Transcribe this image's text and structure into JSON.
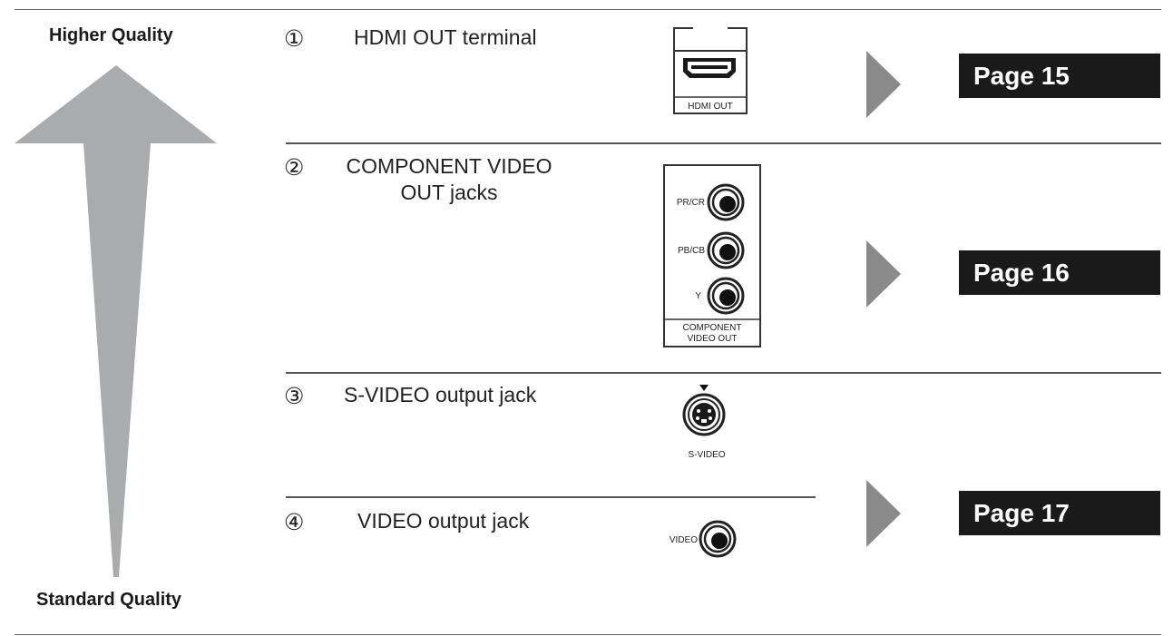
{
  "quality": {
    "higher": "Higher Quality",
    "standard": "Standard Quality"
  },
  "rows": [
    {
      "number": "①",
      "label": "HDMI OUT terminal"
    },
    {
      "number": "②",
      "label_line1": "COMPONENT VIDEO",
      "label_line2": "OUT jacks"
    },
    {
      "number": "③",
      "label": "S-VIDEO output jack"
    },
    {
      "number": "④",
      "label": "VIDEO output jack"
    }
  ],
  "pages": [
    "Page 15",
    "Page 16",
    "Page 17"
  ],
  "jacks": {
    "hdmi": "HDMI OUT",
    "pr": "PR/CR",
    "pb": "PB/CB",
    "y": "Y",
    "component_line1": "COMPONENT",
    "component_line2": "VIDEO OUT",
    "svideo": "S-VIDEO",
    "video": "VIDEO"
  },
  "colors": {
    "arrow": "#a9abad",
    "pointer": "#8a8a8a",
    "page_box": "#1a1a1a"
  }
}
